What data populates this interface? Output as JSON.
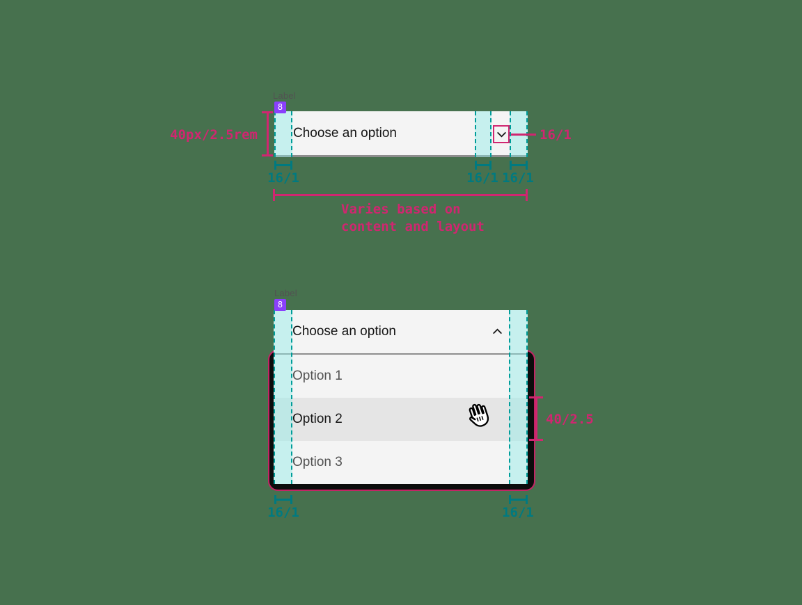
{
  "colors": {
    "background": "#47714e",
    "teal_accent": "#007a80",
    "teal_dash": "#009d9a",
    "teal_fill": "#cdeeed",
    "magenta_accent": "#d02670",
    "purple_badge": "#8a3ffc",
    "field_bg": "#f4f4f4",
    "field_border": "#8d8d8d",
    "highlight_row_bg": "#e5e5e5",
    "text_primary": "#161616",
    "text_secondary": "#525252",
    "menu_shadow": "#0c0c0c"
  },
  "closed": {
    "label": "Label",
    "badge": "8",
    "value": "Choose an option",
    "chevron_icon": "chevron-down-icon",
    "ann": {
      "height": "40px/2.5rem",
      "chevron": "16/1",
      "pad_left": "16/1",
      "gap_chevron": "16/1",
      "pad_right": "16/1",
      "width_line1": "Varies based on",
      "width_line2": "content and layout"
    }
  },
  "open": {
    "label": "Label",
    "badge": "8",
    "value": "Choose an option",
    "chevron_icon": "chevron-up-icon",
    "options": [
      "Option 1",
      "Option 2",
      "Option 3"
    ],
    "highlighted_option": "Option 2",
    "cursor_icon": "hand-cursor-icon",
    "ann": {
      "row_height": "40/2.5",
      "pad_left": "16/1",
      "pad_right": "16/1"
    }
  }
}
